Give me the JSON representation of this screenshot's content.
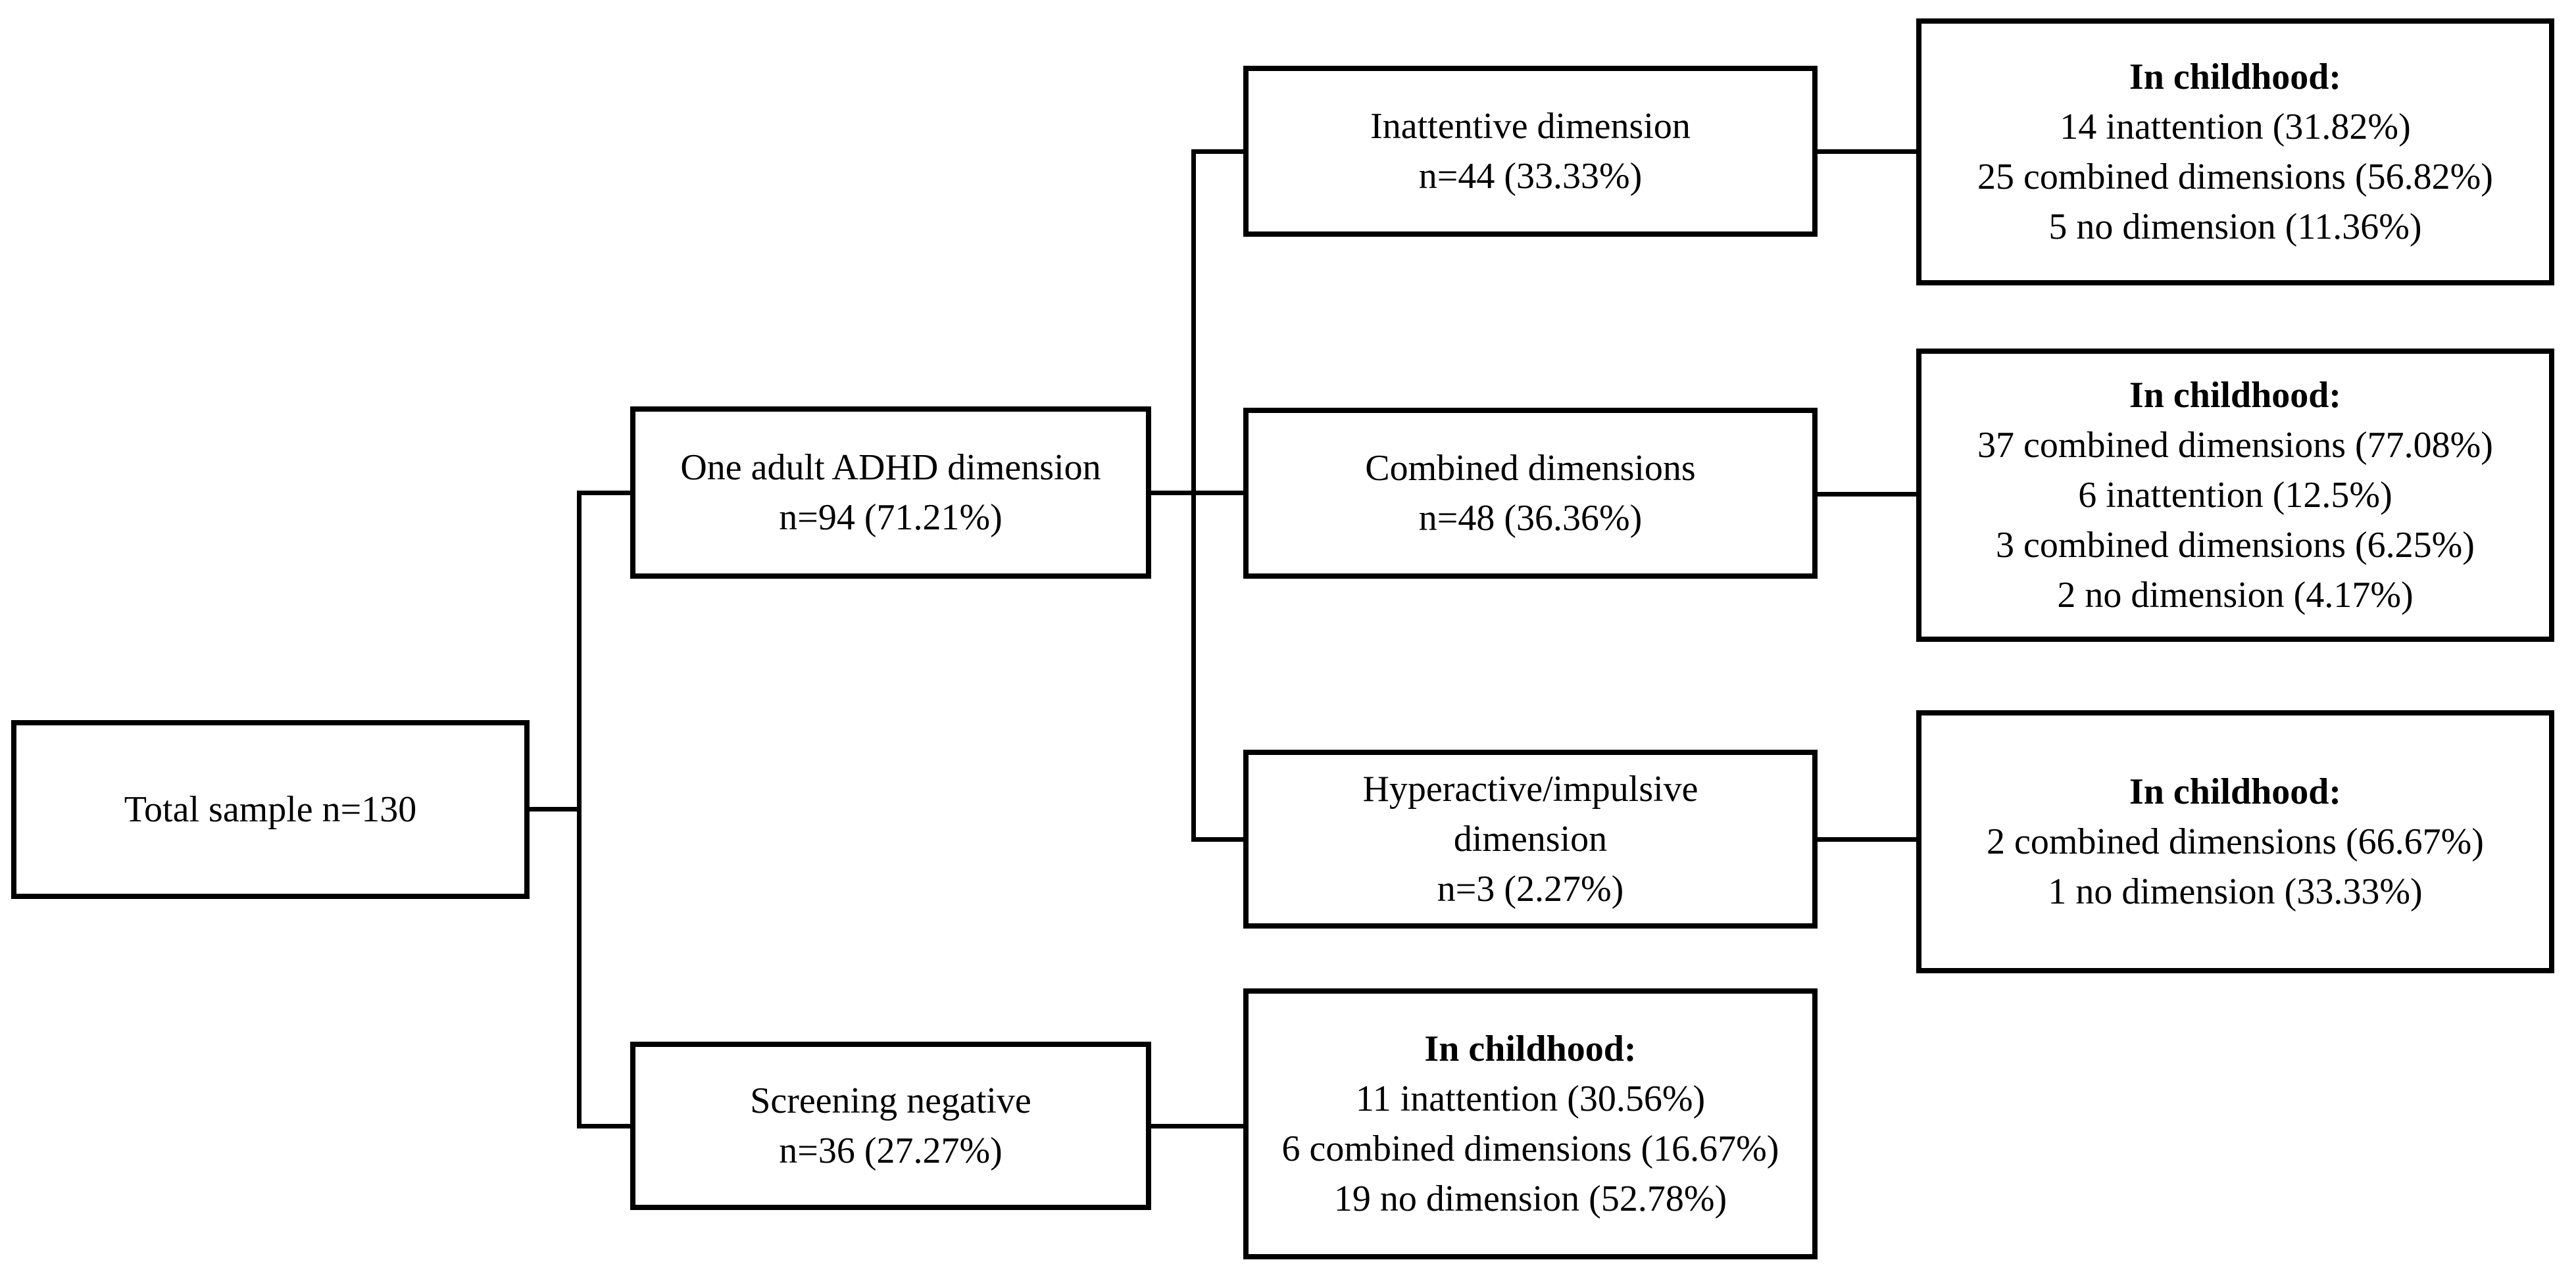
{
  "diagram_type": "flowchart",
  "colors": {
    "ink": "#000000",
    "background": "#ffffff"
  },
  "nodes": {
    "total_sample": {
      "text": "Total sample n=130"
    },
    "one_adult_dimension": {
      "title": "One adult ADHD dimension",
      "stat": "n=94 (71.21%)"
    },
    "screening_negative": {
      "title": "Screening negative",
      "stat": "n=36 (27.27%)"
    },
    "inattentive": {
      "title": "Inattentive dimension",
      "stat": "n=44 (33.33%)"
    },
    "combined": {
      "title": "Combined dimensions",
      "stat": "n=48 (36.36%)"
    },
    "hyperactive": {
      "title_line1": "Hyperactive/impulsive",
      "title_line2": "dimension",
      "stat": "n=3 (2.27%)"
    },
    "childhood_inattentive": {
      "heading": "In childhood:",
      "items": [
        "14 inattention (31.82%)",
        "25 combined dimensions (56.82%)",
        "5 no dimension (11.36%)"
      ]
    },
    "childhood_combined": {
      "heading": "In childhood:",
      "items": [
        "37 combined dimensions (77.08%)",
        "6 inattention (12.5%)",
        "3 combined dimensions (6.25%)",
        "2 no dimension (4.17%)"
      ]
    },
    "childhood_hyperactive": {
      "heading": "In childhood:",
      "items": [
        "2 combined dimensions (66.67%)",
        "1 no dimension (33.33%)"
      ]
    },
    "childhood_screening": {
      "heading": "In childhood:",
      "items": [
        "11 inattention (30.56%)",
        "6 combined dimensions (16.67%)",
        "19 no dimension (52.78%)"
      ]
    }
  }
}
